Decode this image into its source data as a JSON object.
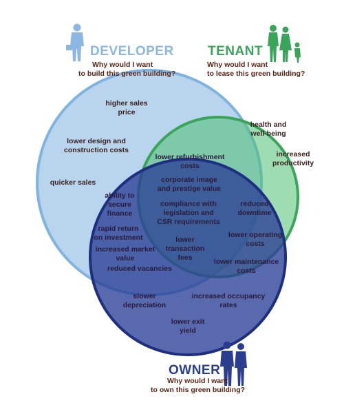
{
  "colors": {
    "developer": "#7fb3e0",
    "tenant": "#4fbf72",
    "owner": "#2a3f96",
    "developer_title": "#8cb7e2",
    "tenant_title": "#3aa55a",
    "owner_title": "#2b3d8f",
    "question_text": "#5a2415"
  },
  "developer": {
    "title": "DEVELOPER",
    "question": [
      "Why would I want",
      "to build this green building?"
    ],
    "icon": "businessman-with-briefcase-icon"
  },
  "tenant": {
    "title": "TENANT",
    "question": [
      "Why would I want",
      "to lease this green building?"
    ],
    "icon": "family-icon"
  },
  "owner": {
    "title": "OWNER",
    "question": [
      "Why would I want",
      "to own this green building?"
    ],
    "icon": "business-couple-icon"
  },
  "benefits": {
    "higher_sales_price": [
      "higher sales",
      "price"
    ],
    "lower_design_costs": [
      "lower design and",
      "construction costs"
    ],
    "quicker_sales": [
      "quicker sales"
    ],
    "health_wellbeing": [
      "health and",
      "well-being"
    ],
    "increased_productivity": [
      "increased",
      "productivity"
    ],
    "lower_refurbishment": [
      "lower refurbishment",
      "costs"
    ],
    "corporate_image": [
      "corporate image",
      "and prestige value"
    ],
    "compliance": [
      "compliance with",
      "legislation and",
      "CSR requirements"
    ],
    "lower_transaction": [
      "lower",
      "transaction",
      "fees"
    ],
    "ability_finance": [
      "ability to",
      "secure",
      "finance"
    ],
    "rapid_return": [
      "rapid return",
      "on investment"
    ],
    "increased_market_value": [
      "increased market",
      "value"
    ],
    "reduced_vacancies": [
      "reduced vacancies"
    ],
    "reduced_downtime": [
      "reduced",
      "downtime"
    ],
    "lower_operating": [
      "lower operating",
      "costs"
    ],
    "lower_maintenance": [
      "lower maintenance",
      "costs"
    ],
    "slower_depreciation": [
      "slower",
      "depreciation"
    ],
    "increased_occupancy": [
      "increased occupancy",
      "rates"
    ],
    "lower_exit_yield": [
      "lower exit",
      "yield"
    ]
  }
}
